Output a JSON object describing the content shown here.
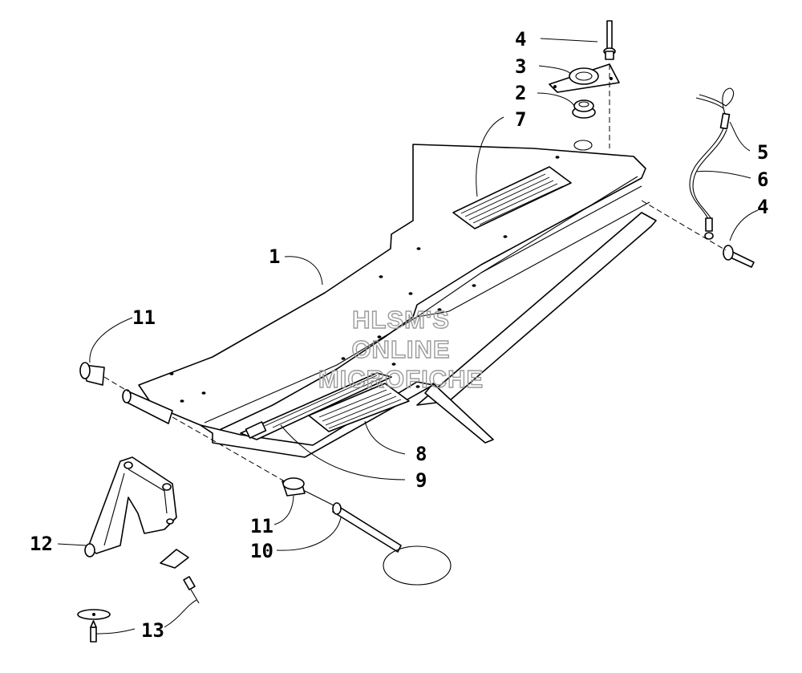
{
  "callouts": {
    "c1": "1",
    "c2": "2",
    "c3": "3",
    "c4_top": "4",
    "c4_right": "4",
    "c5": "5",
    "c6": "6",
    "c7": "7",
    "c8": "8",
    "c9": "9",
    "c10": "10",
    "c11_left": "11",
    "c11_bottom": "11",
    "c12": "12",
    "c13": "13"
  },
  "watermark": {
    "line1": "HLSM'S",
    "line2": "ONLINE",
    "line3": "MICROFICHE"
  }
}
